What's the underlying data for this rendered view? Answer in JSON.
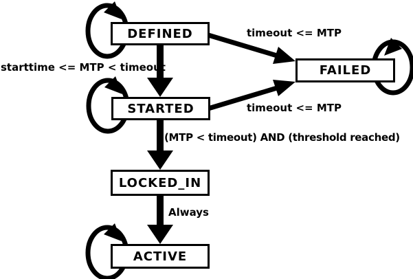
{
  "diagram": {
    "type": "state-machine",
    "background_color": "#ffffff",
    "line_color": "#000000",
    "state_fill_color": "#ffffff",
    "state_border_color": "#000000",
    "states": [
      {
        "id": "defined",
        "label": "DEFINED"
      },
      {
        "id": "failed",
        "label": "FAILED"
      },
      {
        "id": "started",
        "label": "STARTED"
      },
      {
        "id": "locked_in",
        "label": "LOCKED_IN"
      },
      {
        "id": "active",
        "label": "ACTIVE"
      }
    ],
    "transitions": [
      {
        "from": "defined",
        "to": "started",
        "label": "starttime <= MTP < timeout"
      },
      {
        "from": "defined",
        "to": "failed",
        "label": "timeout <= MTP"
      },
      {
        "from": "started",
        "to": "failed",
        "label": "timeout <= MTP"
      },
      {
        "from": "started",
        "to": "locked_in",
        "label": "(MTP < timeout) AND (threshold reached)"
      },
      {
        "from": "locked_in",
        "to": "active",
        "label": "Always"
      },
      {
        "from": "defined",
        "to": "defined",
        "label": ""
      },
      {
        "from": "started",
        "to": "started",
        "label": ""
      },
      {
        "from": "failed",
        "to": "failed",
        "label": ""
      },
      {
        "from": "active",
        "to": "active",
        "label": ""
      }
    ]
  }
}
